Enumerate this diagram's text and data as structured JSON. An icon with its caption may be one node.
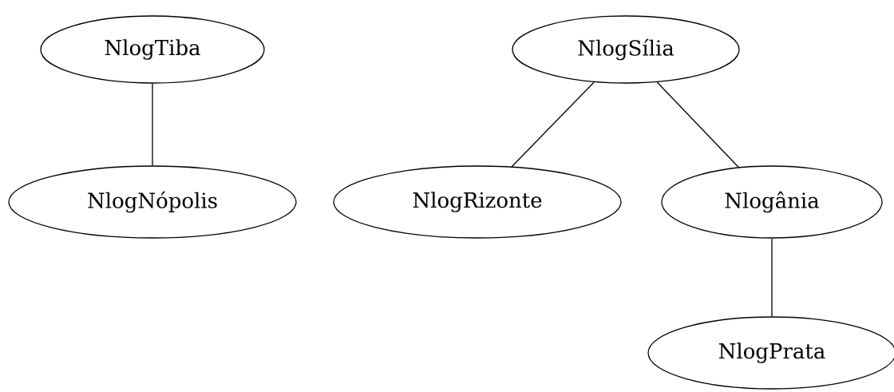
{
  "diagram": {
    "nodes": [
      {
        "text": [
          "NlogTiba"
        ]
      },
      {
        "text": [
          "NlogNópolis"
        ]
      },
      {
        "text": [
          "NlogSília"
        ]
      },
      {
        "text": [
          "NlogRizonte"
        ]
      },
      {
        "text": [
          "Nlogânia"
        ]
      },
      {
        "text": [
          "NlogPrata"
        ]
      }
    ],
    "edges": [
      {
        "from": 0,
        "to": 1,
        "arrow": "none"
      },
      {
        "from": 2,
        "to": 3,
        "arrow": "none"
      },
      {
        "from": 2,
        "to": 4,
        "arrow": "none"
      },
      {
        "from": 4,
        "to": 5,
        "arrow": "none"
      }
    ]
  }
}
